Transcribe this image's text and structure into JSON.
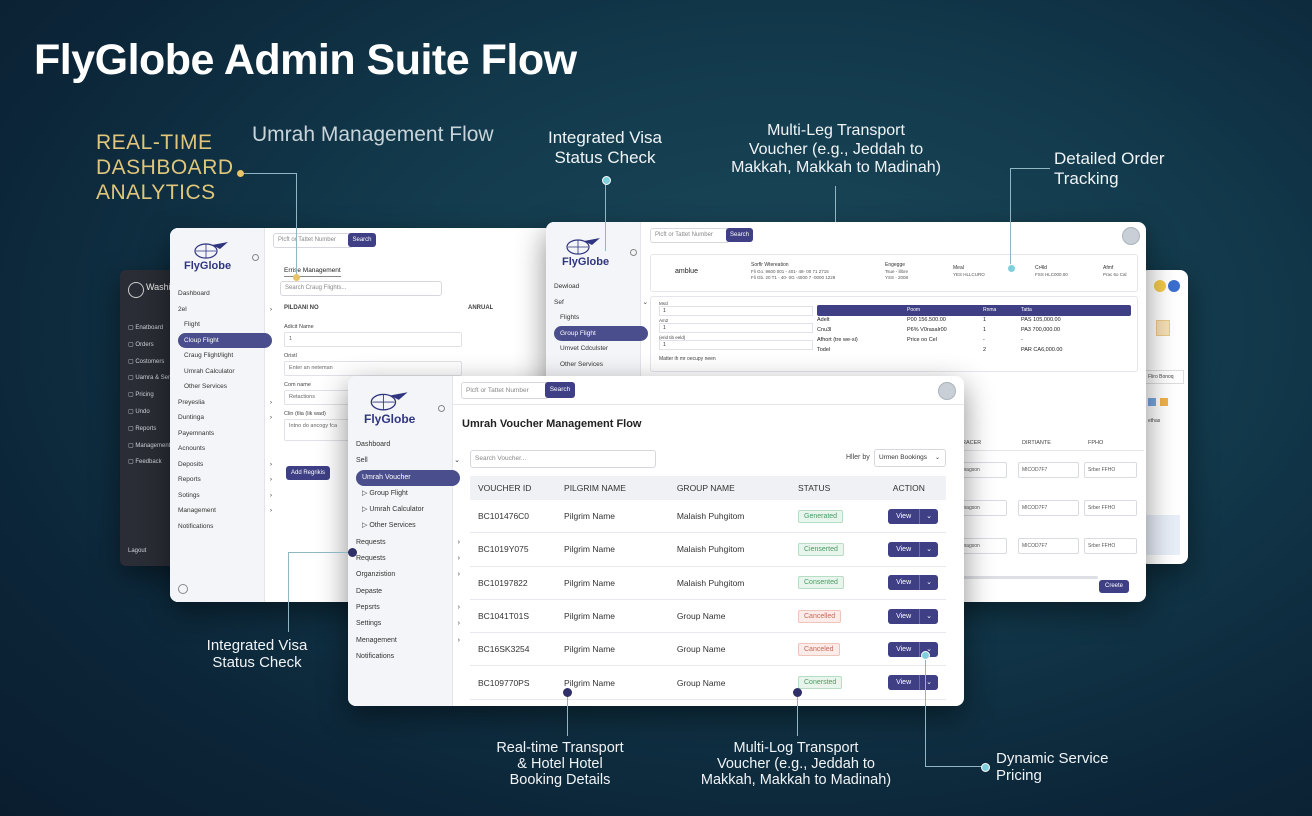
{
  "title": "FlyGlobe Admin Suite Flow",
  "callouts": {
    "realtime_dashboard": "REAL-TIME\nDASHBOARD\nANALYTICS",
    "umrah_management_flow": "Umrah Management Flow",
    "visa_status_top": "Integrated Visa\nStatus Check",
    "multi_leg_top": "Multi-Leg Transport\nVoucher (e.g., Jeddah to\nMakkah, Makkah to Madinah)",
    "order_tracking": "Detailed Order\nTracking",
    "visa_status_bottom": "Integrated Visa\nStatus Check",
    "realtime_transport": "Real-time Transport\n& Hotel Hotel\nBooking Details",
    "multi_log": "Multi-Log Transport\nVoucher (e.g., Jeddah to\nMakkah, Makkah to Madinah)",
    "dynamic_pricing": "Dynamic Service\nPricing"
  },
  "brand": {
    "name": "FlyGlobe",
    "accent": "#3e3f85"
  },
  "back_panel": {
    "brand": "Washi",
    "nav": [
      "Enatboard",
      "Orders",
      "Costomers",
      "Uamra & Ser",
      "Pricing",
      "Undo",
      "Reports",
      "Management",
      "Feedback"
    ],
    "logout": "Lagout"
  },
  "panel2": {
    "search_placeholder": "Plcft or Tattet Number",
    "search_btn": "Search",
    "nav": [
      "Dashboard",
      "2el",
      "Flight",
      "Cloup Flight",
      "Craug Flight/light",
      "Umrah Calculator",
      "Other Services",
      "Preyeslia",
      "Duntinga",
      "Payemnants",
      "Acnounts",
      "Deposits",
      "Reports",
      "Sotings",
      "Management",
      "Notifications"
    ],
    "section_title": "Errise Management",
    "section_search": "Search Craug Flights...",
    "col1": "PILDANI NO",
    "col2": "ANRUAL",
    "fields": [
      {
        "label": "Adicit Name",
        "value": "1"
      },
      {
        "label": "Oristl",
        "value": "Enter an neteman"
      },
      {
        "label": "Com name",
        "value": "Retactions"
      },
      {
        "label": "Clin (tlia (lik wad)",
        "value": "Intno do ancogy fca"
      }
    ],
    "add_btn": "Add Regrikis"
  },
  "panel3": {
    "search_placeholder": "Plcft or Tattet Number",
    "search_btn": "Search",
    "nav": [
      "Dewload",
      "Sef",
      "Flights",
      "Group Flight",
      "Umvet Cdculster",
      "Other Services"
    ],
    "summary": {
      "brand": "amblue",
      "info_title": "Sorflr Wtereation",
      "info_line1": "Fli Go. 9600 001 - 401- 48- 00 71 2715",
      "info_line2": "Fli Gb. 20 T1 - 40- 0G -4000 7 -0000 1229",
      "engage_label": "Engegge",
      "engage_v1": "Tsue - lilbre",
      "engage_v2": "YSS - 2008",
      "meal_label": "Meal",
      "meal_value": "YES HLLCURO",
      "child_label": "Cr4ld",
      "child_value": "FSS HLC000.00",
      "afmf_label": "Afmf",
      "afmf_value": "Prac 6o Cal"
    },
    "inputs": [
      {
        "label": "Mscl",
        "value": "1"
      },
      {
        "label": "Am2",
        "value": "1"
      },
      {
        "label": "(erid tib eeld)",
        "value": "1"
      }
    ],
    "inputs_note": "Matter ih mr oecupy neen",
    "price_headers": [
      "Poom",
      "Rnma",
      "Tatta"
    ],
    "price_rows": [
      [
        "Adelt",
        "P00 156.500.00",
        "1",
        "PAS 105,000.00"
      ],
      [
        "Cnu3l",
        "P6% V0rasalr00",
        "1",
        "PA3 700,000.00"
      ],
      [
        "Afhort (tre we-si)",
        "Price oo Cel",
        "-",
        "-"
      ],
      [
        "Todel",
        "",
        "2",
        "PAR CA6,000.00"
      ]
    ],
    "grid_headers": [
      "RACER",
      "DIRTIANTE",
      "FPHO"
    ],
    "grid_rows": [
      [
        "magson",
        "MICOD7F7",
        "Srber FFHO"
      ],
      [
        "magson",
        "MICOD7F7",
        "Srber FFHO"
      ],
      [
        "magson",
        "MICOD7F7",
        "Srber FFHO"
      ]
    ],
    "create_btn": "Creete"
  },
  "panel4": {
    "label1": "Fliro Bonoq",
    "label2": "ethas"
  },
  "front": {
    "search_placeholder": "Plcft or Tattet Number",
    "search_btn": "Search",
    "title": "Umrah Voucher Management Flow",
    "list_search": "Search Voucher...",
    "filter_label": "Hller by",
    "filter_value": "Urmen Bookings",
    "nav": [
      {
        "label": "Dashboard",
        "chev": false
      },
      {
        "label": "Sell",
        "chev": true
      },
      {
        "label": "Umrah Voucher",
        "active": true
      },
      {
        "label": "Group Flight",
        "sub": true
      },
      {
        "label": "Umrah Calculator",
        "sub": true
      },
      {
        "label": "Other Services",
        "sub": true
      },
      {
        "label": "Requests",
        "chev": true
      },
      {
        "label": "Requests",
        "chev": true
      },
      {
        "label": "Organzistion",
        "chev": true
      },
      {
        "label": "Depaste",
        "chev": false
      },
      {
        "label": "Pepsrts",
        "chev": true
      },
      {
        "label": "Settings",
        "chev": true
      },
      {
        "label": "Menagement",
        "chev": true
      },
      {
        "label": "Notifications",
        "chev": false
      }
    ],
    "columns": [
      "VOUCHER ID",
      "PILGRIM NAME",
      "GROUP NAME",
      "STATUS",
      "ACTION"
    ],
    "rows": [
      {
        "id": "BC101476C0",
        "pilgrim": "Pilgrim Name",
        "group": "Malaish Puhgitom",
        "status": "Generated",
        "type": "g"
      },
      {
        "id": "BC1019Y075",
        "pilgrim": "Pilgrim Name",
        "group": "Malaish Puhgitom",
        "status": "Cienserted",
        "type": "g"
      },
      {
        "id": "BC10197822",
        "pilgrim": "Pilgrim Name",
        "group": "Malaish Puhgitom",
        "status": "Consented",
        "type": "g"
      },
      {
        "id": "BC1041T01S",
        "pilgrim": "Pilgrim Name",
        "group": "Group Name",
        "status": "Cancelled",
        "type": "c"
      },
      {
        "id": "BC16SK3254",
        "pilgrim": "Pilgrim Name",
        "group": "Group Name",
        "status": "Canceled",
        "type": "c"
      },
      {
        "id": "BC109770PS",
        "pilgrim": "Pilgrim Name",
        "group": "Group Name",
        "status": "Conersted",
        "type": "g"
      }
    ],
    "view_label": "View"
  }
}
